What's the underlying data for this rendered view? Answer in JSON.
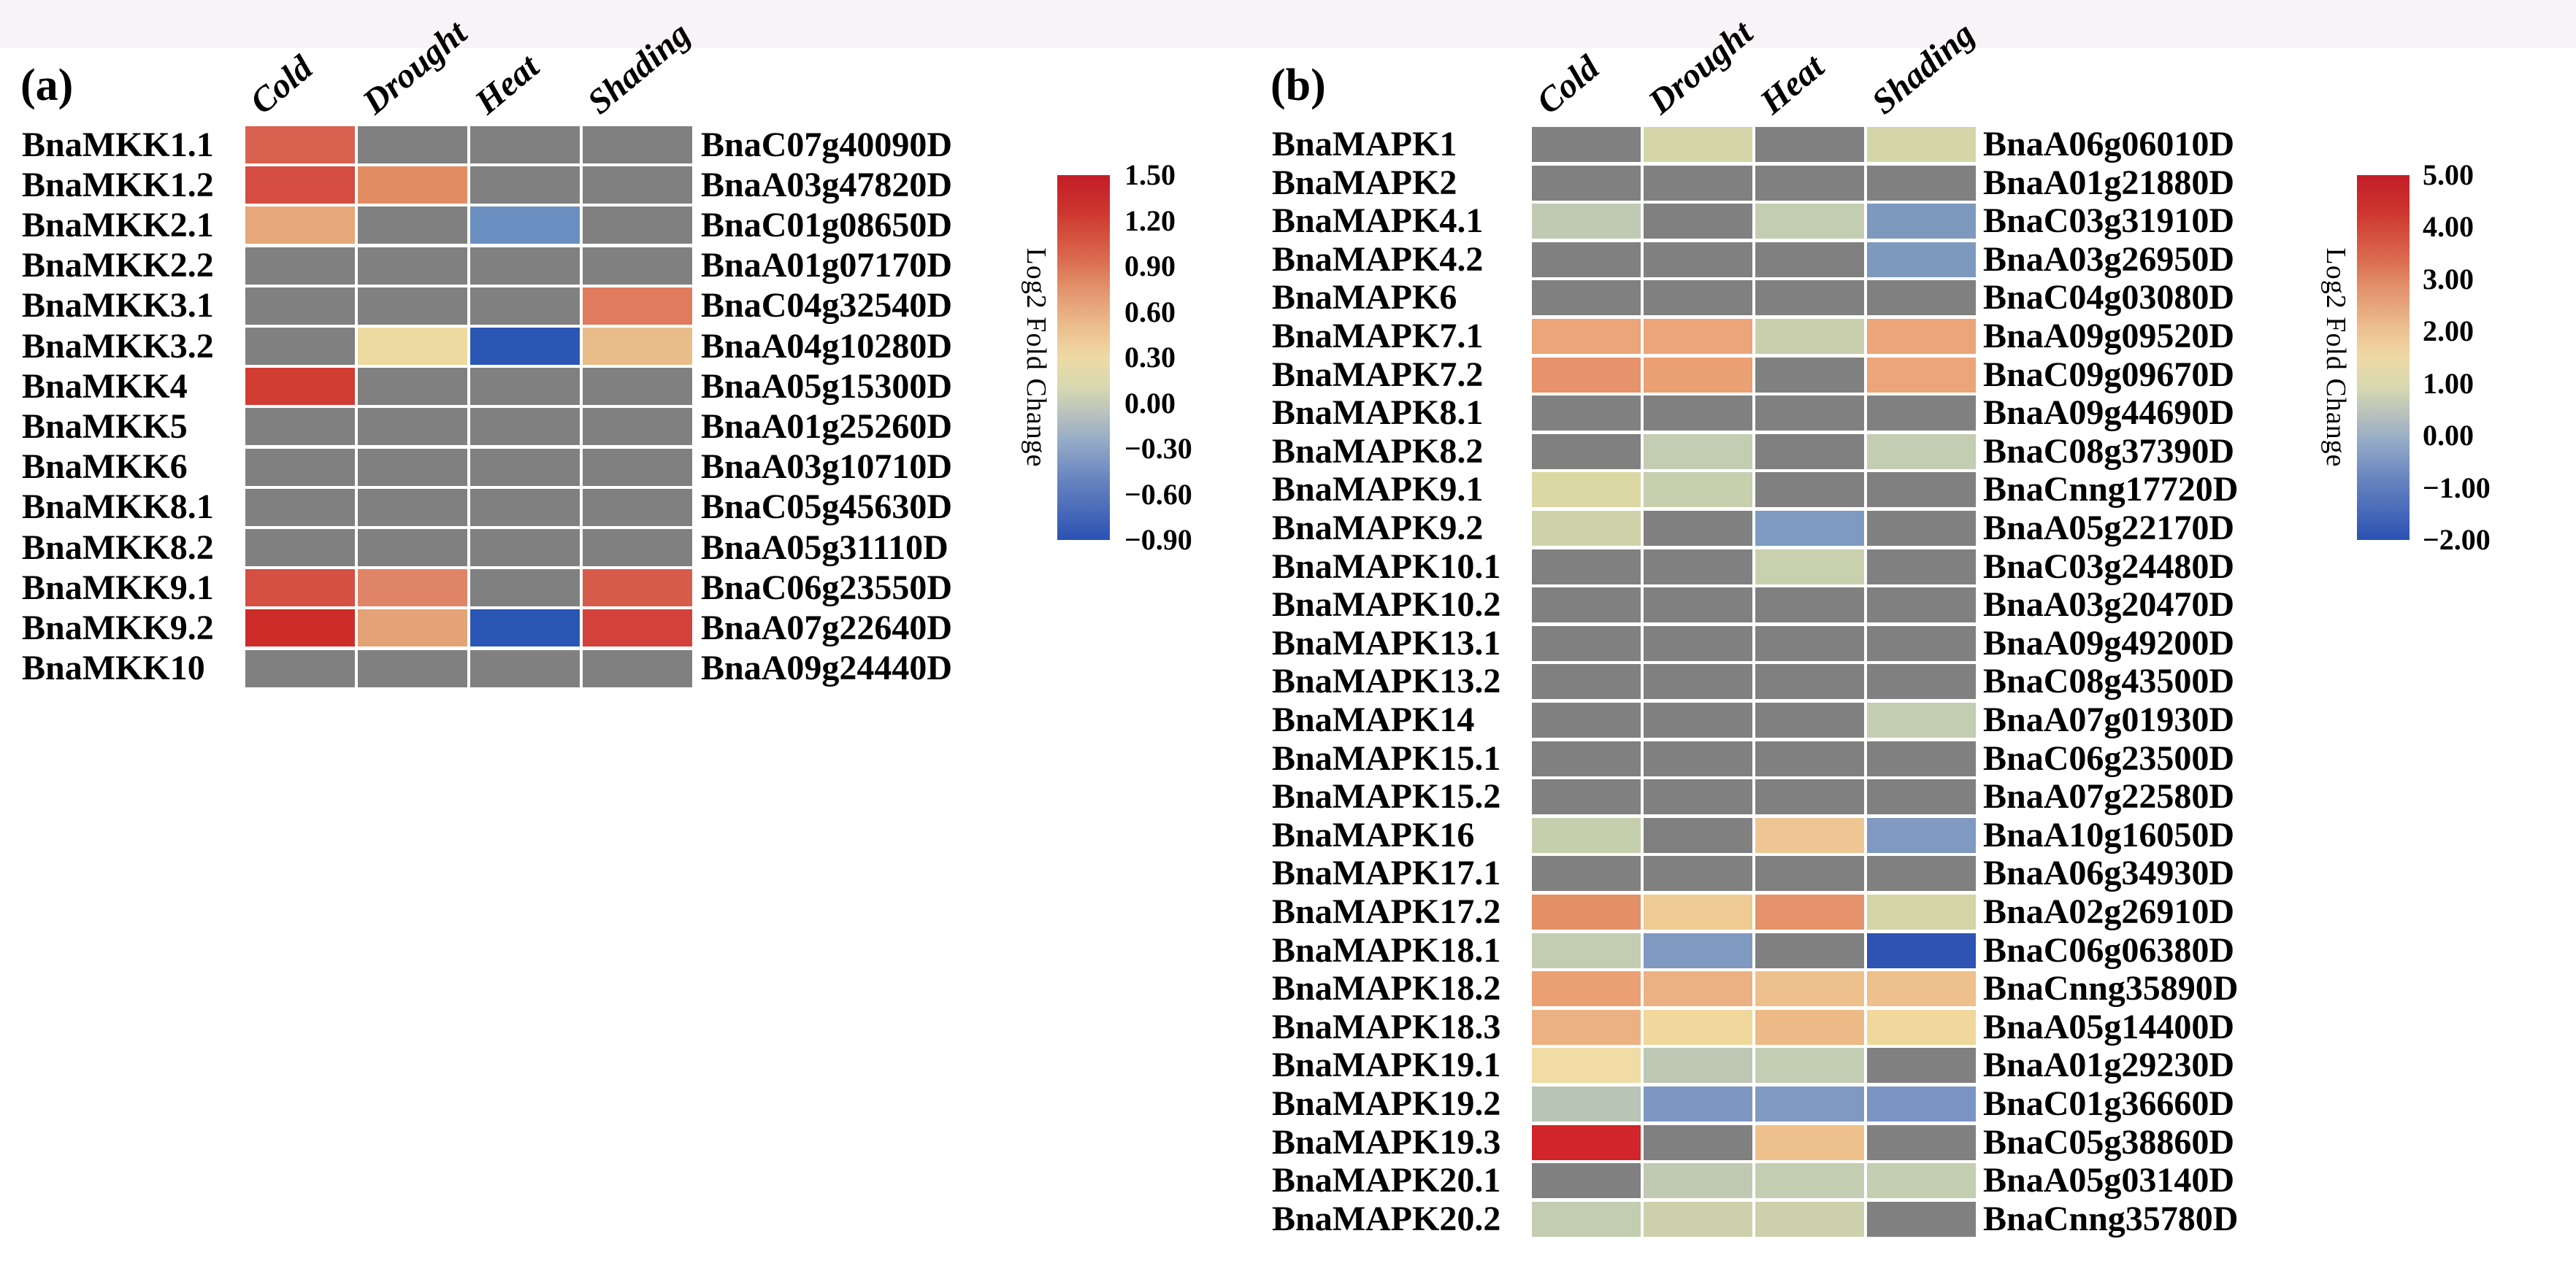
{
  "figure": {
    "top_band_color": "#f8f3f6",
    "background_color": "#ffffff",
    "na_color": "#808080",
    "text_color": "#000000"
  },
  "chart_data": [
    {
      "type": "heatmap",
      "panel_label": "(a)",
      "columns": [
        "Cold",
        "Drought",
        "Heat",
        "Shading"
      ],
      "colorbar": {
        "title": "Log2 Fold Change",
        "tick_labels": [
          "1.50",
          "1.20",
          "0.90",
          "0.60",
          "0.30",
          "0.00",
          "−0.30",
          "−0.60",
          "−0.90"
        ],
        "vmax": 1.5,
        "vmin": -0.9,
        "gradient": [
          [
            0,
            "#c31d28"
          ],
          [
            0.1,
            "#cd352e"
          ],
          [
            0.22,
            "#d9664c"
          ],
          [
            0.32,
            "#e3966f"
          ],
          [
            0.42,
            "#ecbf90"
          ],
          [
            0.5,
            "#eedaa5"
          ],
          [
            0.58,
            "#d8d8b1"
          ],
          [
            0.65,
            "#bac4bc"
          ],
          [
            0.73,
            "#94aac7"
          ],
          [
            0.83,
            "#6a86c0"
          ],
          [
            1,
            "#2b52b3"
          ]
        ]
      },
      "rows": [
        {
          "gene": "BnaMKK1.1",
          "id": "BnaC07g40090D",
          "log2fc": [
            1.15,
            null,
            null,
            null
          ],
          "colors": [
            "#d8614f",
            null,
            null,
            null
          ]
        },
        {
          "gene": "BnaMKK1.2",
          "id": "BnaA03g47820D",
          "log2fc": [
            1.3,
            0.9,
            null,
            null
          ],
          "colors": [
            "#d44c42",
            "#e28c63",
            null,
            null
          ]
        },
        {
          "gene": "BnaMKK2.1",
          "id": "BnaC01g08650D",
          "log2fc": [
            0.75,
            null,
            -0.5,
            null
          ],
          "colors": [
            "#e6a779",
            null,
            "#6b8fc0",
            null
          ]
        },
        {
          "gene": "BnaMKK2.2",
          "id": "BnaA01g07170D",
          "log2fc": [
            null,
            null,
            null,
            null
          ],
          "colors": [
            null,
            null,
            null,
            null
          ]
        },
        {
          "gene": "BnaMKK3.1",
          "id": "BnaC04g32540D",
          "log2fc": [
            null,
            null,
            null,
            1.0
          ],
          "colors": [
            null,
            null,
            null,
            "#e07b5e"
          ]
        },
        {
          "gene": "BnaMKK3.2",
          "id": "BnaA04g10280D",
          "log2fc": [
            null,
            0.4,
            -0.88,
            0.62
          ],
          "colors": [
            null,
            "#eddaa1",
            "#2b57b4",
            "#e8bd8a"
          ]
        },
        {
          "gene": "BnaMKK4",
          "id": "BnaA05g15300D",
          "log2fc": [
            1.38,
            null,
            null,
            null
          ],
          "colors": [
            "#d23d33",
            null,
            null,
            null
          ]
        },
        {
          "gene": "BnaMKK5",
          "id": "BnaA01g25260D",
          "log2fc": [
            null,
            null,
            null,
            null
          ],
          "colors": [
            null,
            null,
            null,
            null
          ]
        },
        {
          "gene": "BnaMKK6",
          "id": "BnaA03g10710D",
          "log2fc": [
            null,
            null,
            null,
            null
          ],
          "colors": [
            null,
            null,
            null,
            null
          ]
        },
        {
          "gene": "BnaMKK8.1",
          "id": "BnaC05g45630D",
          "log2fc": [
            null,
            null,
            null,
            null
          ],
          "colors": [
            null,
            null,
            null,
            null
          ]
        },
        {
          "gene": "BnaMKK8.2",
          "id": "BnaA05g31110D",
          "log2fc": [
            null,
            null,
            null,
            null
          ],
          "colors": [
            null,
            null,
            null,
            null
          ]
        },
        {
          "gene": "BnaMKK9.1",
          "id": "BnaC06g23550D",
          "log2fc": [
            1.3,
            0.95,
            null,
            1.2
          ],
          "colors": [
            "#d54f42",
            "#e08467",
            null,
            "#d85c4b"
          ]
        },
        {
          "gene": "BnaMKK9.2",
          "id": "BnaA07g22640D",
          "log2fc": [
            1.45,
            0.72,
            -0.88,
            1.35
          ],
          "colors": [
            "#cd2d28",
            "#e3a377",
            "#2b57b4",
            "#d2423a"
          ]
        },
        {
          "gene": "BnaMKK10",
          "id": "BnaA09g24440D",
          "log2fc": [
            null,
            null,
            null,
            null
          ],
          "colors": [
            null,
            null,
            null,
            null
          ]
        }
      ]
    },
    {
      "type": "heatmap",
      "panel_label": "(b)",
      "columns": [
        "Cold",
        "Drought",
        "Heat",
        "Shading"
      ],
      "colorbar": {
        "title": "Log2 Fold Change",
        "tick_labels": [
          "5.00",
          "4.00",
          "3.00",
          "2.00",
          "1.00",
          "0.00",
          "−1.00",
          "−2.00"
        ],
        "vmax": 5.0,
        "vmin": -2.0,
        "gradient": [
          [
            0,
            "#c31d28"
          ],
          [
            0.1,
            "#cd352e"
          ],
          [
            0.22,
            "#d9664c"
          ],
          [
            0.32,
            "#e3966f"
          ],
          [
            0.42,
            "#ecbf90"
          ],
          [
            0.5,
            "#eedaa5"
          ],
          [
            0.58,
            "#d8d8b1"
          ],
          [
            0.65,
            "#bac4bc"
          ],
          [
            0.73,
            "#94aac7"
          ],
          [
            0.83,
            "#6a86c0"
          ],
          [
            1,
            "#2b52b3"
          ]
        ]
      },
      "rows": [
        {
          "gene": "BnaMAPK1",
          "id": "BnaA06g06010D",
          "log2fc": [
            null,
            0.8,
            null,
            0.8
          ],
          "colors": [
            null,
            "#d4d6a9",
            null,
            "#d4d6a9"
          ]
        },
        {
          "gene": "BnaMAPK2",
          "id": "BnaA01g21880D",
          "log2fc": [
            null,
            null,
            null,
            null
          ],
          "colors": [
            null,
            null,
            null,
            null
          ]
        },
        {
          "gene": "BnaMAPK4.1",
          "id": "BnaC03g31910D",
          "log2fc": [
            0.4,
            null,
            0.45,
            -1.0
          ],
          "colors": [
            "#c0cab2",
            null,
            "#c3cdb1",
            "#7e99be"
          ]
        },
        {
          "gene": "BnaMAPK4.2",
          "id": "BnaA03g26950D",
          "log2fc": [
            null,
            null,
            null,
            -1.0
          ],
          "colors": [
            null,
            null,
            null,
            "#7e99be"
          ]
        },
        {
          "gene": "BnaMAPK6",
          "id": "BnaC04g03080D",
          "log2fc": [
            null,
            null,
            null,
            null
          ],
          "colors": [
            null,
            null,
            null,
            null
          ]
        },
        {
          "gene": "BnaMAPK7.1",
          "id": "BnaA09g09520D",
          "log2fc": [
            2.2,
            2.2,
            0.6,
            2.2
          ],
          "colors": [
            "#eba578",
            "#eba578",
            "#c9cfad",
            "#eba578"
          ]
        },
        {
          "gene": "BnaMAPK7.2",
          "id": "BnaC09g09670D",
          "log2fc": [
            2.5,
            2.3,
            null,
            2.2
          ],
          "colors": [
            "#e6926a",
            "#eba073",
            null,
            "#eba578"
          ]
        },
        {
          "gene": "BnaMAPK8.1",
          "id": "BnaA09g44690D",
          "log2fc": [
            null,
            null,
            null,
            null
          ],
          "colors": [
            null,
            null,
            null,
            null
          ]
        },
        {
          "gene": "BnaMAPK8.2",
          "id": "BnaC08g37390D",
          "log2fc": [
            null,
            0.5,
            null,
            0.5
          ],
          "colors": [
            null,
            "#c3cdb1",
            null,
            "#c3cdb1"
          ]
        },
        {
          "gene": "BnaMAPK9.1",
          "id": "BnaCnng17720D",
          "log2fc": [
            1.0,
            0.55,
            null,
            null
          ],
          "colors": [
            "#dcd8a4",
            "#c6cfae",
            null,
            null
          ]
        },
        {
          "gene": "BnaMAPK9.2",
          "id": "BnaA05g22170D",
          "log2fc": [
            0.9,
            null,
            -1.0,
            null
          ],
          "colors": [
            "#d0d3a9",
            null,
            "#7e9ac1",
            null
          ]
        },
        {
          "gene": "BnaMAPK10.1",
          "id": "BnaC03g24480D",
          "log2fc": [
            null,
            null,
            0.6,
            null
          ],
          "colors": [
            null,
            null,
            "#c9d0ad",
            null
          ]
        },
        {
          "gene": "BnaMAPK10.2",
          "id": "BnaA03g20470D",
          "log2fc": [
            null,
            null,
            null,
            null
          ],
          "colors": [
            null,
            null,
            null,
            null
          ]
        },
        {
          "gene": "BnaMAPK13.1",
          "id": "BnaA09g49200D",
          "log2fc": [
            null,
            null,
            null,
            null
          ],
          "colors": [
            null,
            null,
            null,
            null
          ]
        },
        {
          "gene": "BnaMAPK13.2",
          "id": "BnaC08g43500D",
          "log2fc": [
            null,
            null,
            null,
            null
          ],
          "colors": [
            null,
            null,
            null,
            null
          ]
        },
        {
          "gene": "BnaMAPK14",
          "id": "BnaA07g01930D",
          "log2fc": [
            null,
            null,
            null,
            0.5
          ],
          "colors": [
            null,
            null,
            null,
            "#c3cdb1"
          ]
        },
        {
          "gene": "BnaMAPK15.1",
          "id": "BnaC06g23500D",
          "log2fc": [
            null,
            null,
            null,
            null
          ],
          "colors": [
            null,
            null,
            null,
            null
          ]
        },
        {
          "gene": "BnaMAPK15.2",
          "id": "BnaA07g22580D",
          "log2fc": [
            null,
            null,
            null,
            null
          ],
          "colors": [
            null,
            null,
            null,
            null
          ]
        },
        {
          "gene": "BnaMAPK16",
          "id": "BnaA10g16050D",
          "log2fc": [
            0.6,
            null,
            1.7,
            -1.1
          ],
          "colors": [
            "#c5cfae",
            null,
            "#eec693",
            "#8099c1"
          ]
        },
        {
          "gene": "BnaMAPK17.1",
          "id": "BnaA06g34930D",
          "log2fc": [
            null,
            null,
            null,
            null
          ],
          "colors": [
            null,
            null,
            null,
            null
          ]
        },
        {
          "gene": "BnaMAPK17.2",
          "id": "BnaA02g26910D",
          "log2fc": [
            2.6,
            1.5,
            2.5,
            0.85
          ],
          "colors": [
            "#e39067",
            "#eecb93",
            "#e6926a",
            "#d4d4a6"
          ]
        },
        {
          "gene": "BnaMAPK18.1",
          "id": "BnaC06g06380D",
          "log2fc": [
            0.5,
            -1.1,
            null,
            -1.9
          ],
          "colors": [
            "#c3cdb1",
            "#8099c1",
            null,
            "#2d54b2"
          ]
        },
        {
          "gene": "BnaMAPK18.2",
          "id": "BnaCnng35890D",
          "log2fc": [
            2.3,
            2.0,
            1.8,
            1.8
          ],
          "colors": [
            "#eba074",
            "#ecb183",
            "#eec08c",
            "#eec08c"
          ]
        },
        {
          "gene": "BnaMAPK18.3",
          "id": "BnaA05g14400D",
          "log2fc": [
            2.0,
            1.2,
            1.9,
            1.2
          ],
          "colors": [
            "#ecb183",
            "#f0d89c",
            "#edb986",
            "#f0d89c"
          ]
        },
        {
          "gene": "BnaMAPK19.1",
          "id": "BnaA01g29230D",
          "log2fc": [
            1.1,
            0.3,
            0.5,
            null
          ],
          "colors": [
            "#f0dca4",
            "#bcc7b4",
            "#c3cdb1",
            null
          ]
        },
        {
          "gene": "BnaMAPK19.2",
          "id": "BnaC01g36660D",
          "log2fc": [
            0.2,
            -1.0,
            -1.0,
            -1.1
          ],
          "colors": [
            "#b9c5b6",
            "#7e97c2",
            "#8099c1",
            "#7b94c4"
          ]
        },
        {
          "gene": "BnaMAPK19.3",
          "id": "BnaC05g38860D",
          "log2fc": [
            4.8,
            null,
            1.8,
            null
          ],
          "colors": [
            "#d2242b",
            null,
            "#eec08c",
            null
          ]
        },
        {
          "gene": "BnaMAPK20.1",
          "id": "BnaA05g03140D",
          "log2fc": [
            null,
            0.5,
            0.5,
            0.5
          ],
          "colors": [
            null,
            "#c0cab2",
            "#c3cdb1",
            "#c4ceb0"
          ]
        },
        {
          "gene": "BnaMAPK20.2",
          "id": "BnaCnng35780D",
          "log2fc": [
            0.5,
            0.7,
            0.7,
            null
          ],
          "colors": [
            "#c3cdb1",
            "#cdd1ab",
            "#cdd1ab",
            null
          ]
        }
      ]
    }
  ]
}
